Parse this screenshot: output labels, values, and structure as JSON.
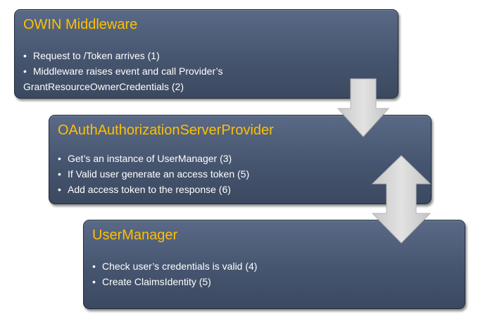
{
  "boxes": [
    {
      "title": "OWIN Middleware",
      "items": [
        "Request to /Token arrives (1)",
        "Middleware raises event and call Provider’s",
        "GrantResourceOwnerCredentials (2)"
      ]
    },
    {
      "title": "OAuthAuthorizationServerProvider",
      "items": [
        "Get’s an instance of UserManager (3)",
        "If Valid user generate an access token (5)",
        "Add access token to the response (6)"
      ]
    },
    {
      "title": "UserManager",
      "items": [
        "Check user’s credentials is valid (4)",
        "Create ClaimsIdentity (5)"
      ]
    }
  ],
  "colors": {
    "box_fill": "#4a5a74",
    "box_border": "#1f2b3b",
    "title_text": "#ffc000",
    "body_text": "#ffffff",
    "arrow_fill": "#d6d6d6"
  },
  "icons": {
    "arrow_down": "down-arrow-icon",
    "arrow_updown": "up-down-arrow-icon"
  }
}
